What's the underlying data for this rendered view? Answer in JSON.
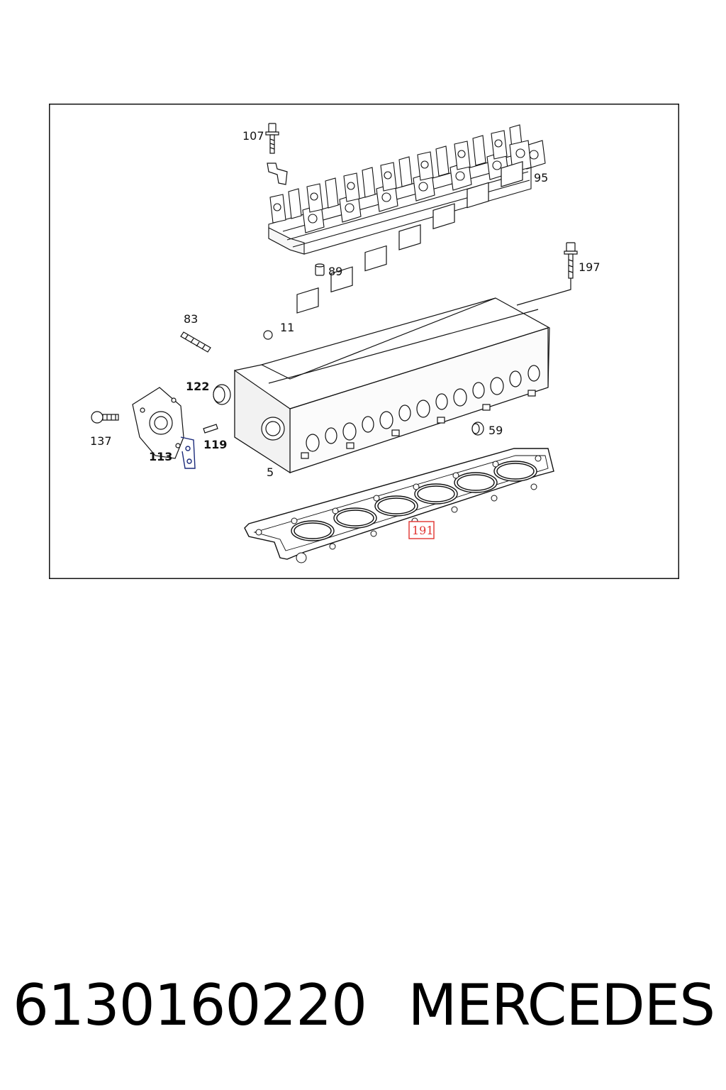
{
  "diagram": {
    "callouts": {
      "c107": "107",
      "c95": "95",
      "c89": "89",
      "c197": "197",
      "c83": "83",
      "c11": "11",
      "c122": "122",
      "c137": "137",
      "c119": "119",
      "c113": "113",
      "c59": "59",
      "c5": "5",
      "c191": "191"
    },
    "highlight_color": "#e0322f"
  },
  "footer": {
    "part_number": "6130160220",
    "brand": "MERCEDES"
  }
}
